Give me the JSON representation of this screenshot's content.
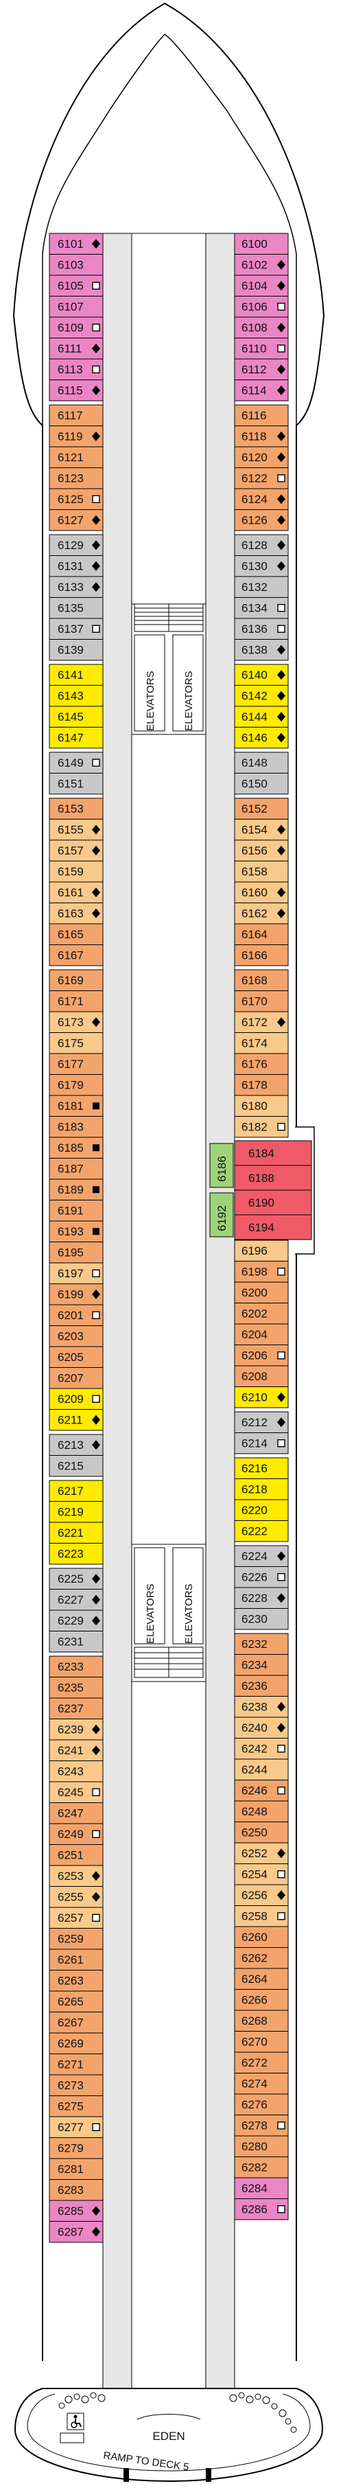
{
  "colors": {
    "pink": "#ea86c6",
    "orange": "#f3a46c",
    "light_orange": "#f8c98a",
    "yellow": "#ffea00",
    "gray": "#c8c8c8",
    "green": "#9fd37a",
    "red": "#ef5a68",
    "corridor": "#e6e6e6"
  },
  "labels": {
    "elevators": "ELEVATORS",
    "eden": "EDEN",
    "ramp": "RAMP TO DECK 5"
  },
  "icons": {
    "accessible": "wheelchair-icon",
    "connecting": "black-diamond-icon",
    "sofa_bed": "open-square-icon",
    "filled_square": "black-square-icon"
  },
  "left_cabins": [
    {
      "num": "6101",
      "color": "pink",
      "sym": "diamond"
    },
    {
      "num": "6103",
      "color": "pink",
      "sym": ""
    },
    {
      "num": "6105",
      "color": "pink",
      "sym": "square"
    },
    {
      "num": "6107",
      "color": "pink",
      "sym": ""
    },
    {
      "num": "6109",
      "color": "pink",
      "sym": "square"
    },
    {
      "num": "6111",
      "color": "pink",
      "sym": "diamond"
    },
    {
      "num": "6113",
      "color": "pink",
      "sym": "square"
    },
    {
      "num": "6115",
      "color": "pink",
      "sym": "diamond"
    },
    {
      "num": "6117",
      "color": "orange",
      "sym": ""
    },
    {
      "num": "6119",
      "color": "orange",
      "sym": "diamond"
    },
    {
      "num": "6121",
      "color": "orange",
      "sym": ""
    },
    {
      "num": "6123",
      "color": "orange",
      "sym": ""
    },
    {
      "num": "6125",
      "color": "orange",
      "sym": "square"
    },
    {
      "num": "6127",
      "color": "orange",
      "sym": "diamond"
    },
    {
      "num": "6129",
      "color": "gray",
      "sym": "diamond"
    },
    {
      "num": "6131",
      "color": "gray",
      "sym": "diamond"
    },
    {
      "num": "6133",
      "color": "gray",
      "sym": "diamond"
    },
    {
      "num": "6135",
      "color": "gray",
      "sym": ""
    },
    {
      "num": "6137",
      "color": "gray",
      "sym": "square"
    },
    {
      "num": "6139",
      "color": "gray",
      "sym": ""
    },
    {
      "num": "6141",
      "color": "yellow",
      "sym": ""
    },
    {
      "num": "6143",
      "color": "yellow",
      "sym": ""
    },
    {
      "num": "6145",
      "color": "yellow",
      "sym": ""
    },
    {
      "num": "6147",
      "color": "yellow",
      "sym": ""
    },
    {
      "num": "6149",
      "color": "gray",
      "sym": "square"
    },
    {
      "num": "6151",
      "color": "gray",
      "sym": ""
    },
    {
      "num": "6153",
      "color": "orange",
      "sym": ""
    },
    {
      "num": "6155",
      "color": "light_orange",
      "sym": "diamond"
    },
    {
      "num": "6157",
      "color": "light_orange",
      "sym": "diamond"
    },
    {
      "num": "6159",
      "color": "light_orange",
      "sym": ""
    },
    {
      "num": "6161",
      "color": "light_orange",
      "sym": "diamond"
    },
    {
      "num": "6163",
      "color": "light_orange",
      "sym": "diamond"
    },
    {
      "num": "6165",
      "color": "orange",
      "sym": ""
    },
    {
      "num": "6167",
      "color": "orange",
      "sym": ""
    },
    {
      "num": "6169",
      "color": "orange",
      "sym": ""
    },
    {
      "num": "6171",
      "color": "orange",
      "sym": ""
    },
    {
      "num": "6173",
      "color": "light_orange",
      "sym": "diamond"
    },
    {
      "num": "6175",
      "color": "light_orange",
      "sym": ""
    },
    {
      "num": "6177",
      "color": "orange",
      "sym": ""
    },
    {
      "num": "6179",
      "color": "orange",
      "sym": ""
    },
    {
      "num": "6181",
      "color": "orange",
      "sym": "filled"
    },
    {
      "num": "6183",
      "color": "orange",
      "sym": ""
    },
    {
      "num": "6185",
      "color": "orange",
      "sym": "filled"
    },
    {
      "num": "6187",
      "color": "orange",
      "sym": ""
    },
    {
      "num": "6189",
      "color": "orange",
      "sym": "filled"
    },
    {
      "num": "6191",
      "color": "orange",
      "sym": ""
    },
    {
      "num": "6193",
      "color": "orange",
      "sym": "filled"
    },
    {
      "num": "6195",
      "color": "orange",
      "sym": ""
    },
    {
      "num": "6197",
      "color": "light_orange",
      "sym": "square"
    },
    {
      "num": "6199",
      "color": "orange",
      "sym": "diamond"
    },
    {
      "num": "6201",
      "color": "orange",
      "sym": "square"
    },
    {
      "num": "6203",
      "color": "orange",
      "sym": ""
    },
    {
      "num": "6205",
      "color": "orange",
      "sym": ""
    },
    {
      "num": "6207",
      "color": "orange",
      "sym": ""
    },
    {
      "num": "6209",
      "color": "yellow",
      "sym": "square"
    },
    {
      "num": "6211",
      "color": "yellow",
      "sym": "diamond"
    },
    {
      "num": "6213",
      "color": "gray",
      "sym": "diamond"
    },
    {
      "num": "6215",
      "color": "gray",
      "sym": ""
    },
    {
      "num": "6217",
      "color": "yellow",
      "sym": ""
    },
    {
      "num": "6219",
      "color": "yellow",
      "sym": ""
    },
    {
      "num": "6221",
      "color": "yellow",
      "sym": ""
    },
    {
      "num": "6223",
      "color": "yellow",
      "sym": ""
    },
    {
      "num": "6225",
      "color": "gray",
      "sym": "diamond"
    },
    {
      "num": "6227",
      "color": "gray",
      "sym": "diamond"
    },
    {
      "num": "6229",
      "color": "gray",
      "sym": "diamond"
    },
    {
      "num": "6231",
      "color": "gray",
      "sym": ""
    },
    {
      "num": "6233",
      "color": "orange",
      "sym": ""
    },
    {
      "num": "6235",
      "color": "orange",
      "sym": ""
    },
    {
      "num": "6237",
      "color": "orange",
      "sym": ""
    },
    {
      "num": "6239",
      "color": "light_orange",
      "sym": "diamond"
    },
    {
      "num": "6241",
      "color": "light_orange",
      "sym": "diamond"
    },
    {
      "num": "6243",
      "color": "light_orange",
      "sym": ""
    },
    {
      "num": "6245",
      "color": "light_orange",
      "sym": "square"
    },
    {
      "num": "6247",
      "color": "orange",
      "sym": ""
    },
    {
      "num": "6249",
      "color": "orange",
      "sym": "square"
    },
    {
      "num": "6251",
      "color": "orange",
      "sym": ""
    },
    {
      "num": "6253",
      "color": "light_orange",
      "sym": "diamond"
    },
    {
      "num": "6255",
      "color": "light_orange",
      "sym": "diamond"
    },
    {
      "num": "6257",
      "color": "light_orange",
      "sym": "square"
    },
    {
      "num": "6259",
      "color": "orange",
      "sym": ""
    },
    {
      "num": "6261",
      "color": "orange",
      "sym": ""
    },
    {
      "num": "6263",
      "color": "orange",
      "sym": ""
    },
    {
      "num": "6265",
      "color": "orange",
      "sym": ""
    },
    {
      "num": "6267",
      "color": "orange",
      "sym": ""
    },
    {
      "num": "6269",
      "color": "orange",
      "sym": ""
    },
    {
      "num": "6271",
      "color": "orange",
      "sym": ""
    },
    {
      "num": "6273",
      "color": "orange",
      "sym": ""
    },
    {
      "num": "6275",
      "color": "orange",
      "sym": ""
    },
    {
      "num": "6277",
      "color": "light_orange",
      "sym": "square"
    },
    {
      "num": "6279",
      "color": "orange",
      "sym": ""
    },
    {
      "num": "6281",
      "color": "orange",
      "sym": ""
    },
    {
      "num": "6283",
      "color": "orange",
      "sym": ""
    },
    {
      "num": "6285",
      "color": "pink",
      "sym": "diamond"
    },
    {
      "num": "6287",
      "color": "pink",
      "sym": "diamond"
    }
  ],
  "right_cabins": [
    {
      "num": "6100",
      "color": "pink",
      "sym": ""
    },
    {
      "num": "6102",
      "color": "pink",
      "sym": "diamond"
    },
    {
      "num": "6104",
      "color": "pink",
      "sym": "diamond"
    },
    {
      "num": "6106",
      "color": "pink",
      "sym": "square"
    },
    {
      "num": "6108",
      "color": "pink",
      "sym": "diamond"
    },
    {
      "num": "6110",
      "color": "pink",
      "sym": "square"
    },
    {
      "num": "6112",
      "color": "pink",
      "sym": "diamond"
    },
    {
      "num": "6114",
      "color": "pink",
      "sym": "diamond"
    },
    {
      "num": "6116",
      "color": "orange",
      "sym": ""
    },
    {
      "num": "6118",
      "color": "orange",
      "sym": "diamond"
    },
    {
      "num": "6120",
      "color": "orange",
      "sym": "diamond"
    },
    {
      "num": "6122",
      "color": "orange",
      "sym": "square"
    },
    {
      "num": "6124",
      "color": "orange",
      "sym": "diamond"
    },
    {
      "num": "6126",
      "color": "orange",
      "sym": "diamond"
    },
    {
      "num": "6128",
      "color": "gray",
      "sym": "diamond"
    },
    {
      "num": "6130",
      "color": "gray",
      "sym": "diamond"
    },
    {
      "num": "6132",
      "color": "gray",
      "sym": ""
    },
    {
      "num": "6134",
      "color": "gray",
      "sym": "square"
    },
    {
      "num": "6136",
      "color": "gray",
      "sym": "square"
    },
    {
      "num": "6138",
      "color": "gray",
      "sym": "diamond"
    },
    {
      "num": "6140",
      "color": "yellow",
      "sym": "diamond"
    },
    {
      "num": "6142",
      "color": "yellow",
      "sym": "diamond"
    },
    {
      "num": "6144",
      "color": "yellow",
      "sym": "diamond"
    },
    {
      "num": "6146",
      "color": "yellow",
      "sym": "diamond"
    },
    {
      "num": "6148",
      "color": "gray",
      "sym": ""
    },
    {
      "num": "6150",
      "color": "gray",
      "sym": ""
    },
    {
      "num": "6152",
      "color": "orange",
      "sym": ""
    },
    {
      "num": "6154",
      "color": "light_orange",
      "sym": "diamond"
    },
    {
      "num": "6156",
      "color": "light_orange",
      "sym": "diamond"
    },
    {
      "num": "6158",
      "color": "light_orange",
      "sym": ""
    },
    {
      "num": "6160",
      "color": "light_orange",
      "sym": "diamond"
    },
    {
      "num": "6162",
      "color": "light_orange",
      "sym": "diamond"
    },
    {
      "num": "6164",
      "color": "orange",
      "sym": ""
    },
    {
      "num": "6166",
      "color": "orange",
      "sym": ""
    },
    {
      "num": "6168",
      "color": "orange",
      "sym": ""
    },
    {
      "num": "6170",
      "color": "orange",
      "sym": ""
    },
    {
      "num": "6172",
      "color": "light_orange",
      "sym": "diamond"
    },
    {
      "num": "6174",
      "color": "light_orange",
      "sym": ""
    },
    {
      "num": "6176",
      "color": "orange",
      "sym": ""
    },
    {
      "num": "6178",
      "color": "orange",
      "sym": ""
    },
    {
      "num": "6180",
      "color": "light_orange",
      "sym": ""
    },
    {
      "num": "6182",
      "color": "light_orange",
      "sym": "square"
    },
    {
      "num": "6196",
      "color": "light_orange",
      "sym": ""
    },
    {
      "num": "6198",
      "color": "orange",
      "sym": "square"
    },
    {
      "num": "6200",
      "color": "orange",
      "sym": ""
    },
    {
      "num": "6202",
      "color": "orange",
      "sym": ""
    },
    {
      "num": "6204",
      "color": "orange",
      "sym": ""
    },
    {
      "num": "6206",
      "color": "orange",
      "sym": "square"
    },
    {
      "num": "6208",
      "color": "orange",
      "sym": ""
    },
    {
      "num": "6210",
      "color": "yellow",
      "sym": "diamond"
    },
    {
      "num": "6212",
      "color": "gray",
      "sym": "diamond"
    },
    {
      "num": "6214",
      "color": "gray",
      "sym": "square"
    },
    {
      "num": "6216",
      "color": "yellow",
      "sym": ""
    },
    {
      "num": "6218",
      "color": "yellow",
      "sym": ""
    },
    {
      "num": "6220",
      "color": "yellow",
      "sym": ""
    },
    {
      "num": "6222",
      "color": "yellow",
      "sym": ""
    },
    {
      "num": "6224",
      "color": "gray",
      "sym": "diamond"
    },
    {
      "num": "6226",
      "color": "gray",
      "sym": "square"
    },
    {
      "num": "6228",
      "color": "gray",
      "sym": "diamond"
    },
    {
      "num": "6230",
      "color": "gray",
      "sym": ""
    },
    {
      "num": "6232",
      "color": "orange",
      "sym": ""
    },
    {
      "num": "6234",
      "color": "orange",
      "sym": ""
    },
    {
      "num": "6236",
      "color": "orange",
      "sym": ""
    },
    {
      "num": "6238",
      "color": "light_orange",
      "sym": "diamond"
    },
    {
      "num": "6240",
      "color": "light_orange",
      "sym": "diamond"
    },
    {
      "num": "6242",
      "color": "light_orange",
      "sym": "square"
    },
    {
      "num": "6244",
      "color": "light_orange",
      "sym": ""
    },
    {
      "num": "6246",
      "color": "orange",
      "sym": "square"
    },
    {
      "num": "6248",
      "color": "orange",
      "sym": ""
    },
    {
      "num": "6250",
      "color": "orange",
      "sym": ""
    },
    {
      "num": "6252",
      "color": "light_orange",
      "sym": "diamond"
    },
    {
      "num": "6254",
      "color": "light_orange",
      "sym": "square"
    },
    {
      "num": "6256",
      "color": "light_orange",
      "sym": "diamond"
    },
    {
      "num": "6258",
      "color": "light_orange",
      "sym": "square"
    },
    {
      "num": "6260",
      "color": "orange",
      "sym": ""
    },
    {
      "num": "6262",
      "color": "orange",
      "sym": ""
    },
    {
      "num": "6264",
      "color": "orange",
      "sym": ""
    },
    {
      "num": "6266",
      "color": "orange",
      "sym": ""
    },
    {
      "num": "6268",
      "color": "orange",
      "sym": ""
    },
    {
      "num": "6270",
      "color": "orange",
      "sym": ""
    },
    {
      "num": "6272",
      "color": "orange",
      "sym": ""
    },
    {
      "num": "6274",
      "color": "orange",
      "sym": ""
    },
    {
      "num": "6276",
      "color": "orange",
      "sym": ""
    },
    {
      "num": "6278",
      "color": "orange",
      "sym": "square"
    },
    {
      "num": "6280",
      "color": "orange",
      "sym": ""
    },
    {
      "num": "6282",
      "color": "orange",
      "sym": ""
    },
    {
      "num": "6284",
      "color": "pink",
      "sym": ""
    },
    {
      "num": "6286",
      "color": "pink",
      "sym": "square"
    }
  ],
  "suites": [
    {
      "num": "6184",
      "color": "red"
    },
    {
      "num": "6188",
      "color": "red"
    },
    {
      "num": "6190",
      "color": "red"
    },
    {
      "num": "6194",
      "color": "red"
    }
  ],
  "inner_cabins": [
    {
      "num": "6186",
      "color": "green"
    },
    {
      "num": "6192",
      "color": "green"
    }
  ]
}
